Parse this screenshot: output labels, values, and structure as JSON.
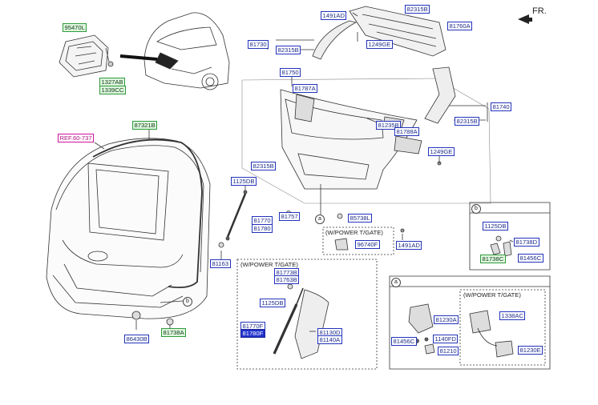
{
  "header": {
    "direction_label": "FR."
  },
  "notes": {
    "power_tgate_center": "(W/POWER T/GATE)",
    "power_tgate_lower": "(W/POWER T/GATE)",
    "power_tgate_detail_a": "(W/POWER T/GATE)"
  },
  "circles": {
    "a": "a",
    "b": "b"
  },
  "labels": {
    "l95470L": "95470L",
    "l1327AB": "1327AB",
    "l1339CC": "1339CC",
    "l87321B": "87321B",
    "ref": "REF.60-737",
    "l1125DB_a": "1125DB",
    "l81770": "81770",
    "l81780": "81780",
    "l81163": "81163",
    "l86430B": "86430B",
    "l81738A": "81738A",
    "l1491AD_top": "1491AD",
    "l82315B_top": "82315B",
    "l81760A": "81760A",
    "l1249GE_top": "1249GE",
    "l81730": "81730",
    "l82315B_mid": "82315B",
    "l81750": "81750",
    "l81787A": "81787A",
    "l81740": "81740",
    "l82315B_right": "82315B",
    "l81235B": "81235B",
    "l81788A": "81788A",
    "l1249GE_right": "1249GE",
    "l82315B_left": "82315B",
    "l81757": "81757",
    "l85738L": "85738L",
    "l96740F": "96740F",
    "l1491AD_bottom": "1491AD",
    "l81773B": "81773B",
    "l81763B": "81763B",
    "l1125DB_c": "1125DB",
    "l81770F": "81770F",
    "l81780F": "81780F",
    "l81130D": "81130D",
    "l81140A": "81140A",
    "l1125DB_b": "1125DB",
    "l81738D": "81738D",
    "l81738C": "81738C",
    "l81456C_b": "81456C",
    "l81230A": "81230A",
    "l1338AC": "1338AC",
    "l81456C_a": "81456C",
    "l1140FD": "1140FD",
    "l81210": "81210",
    "l81230E": "81230E"
  },
  "colors": {
    "part_tag_border": "#2233bb",
    "assembly_tag_fill": "#dff5df",
    "assembly_tag_border": "#2e9a3a",
    "reference_tag_border": "#d0119a",
    "selected_tag_fill": "#2233cc",
    "line_art": "#333333"
  },
  "icons": {
    "direction": "arrow-fr-icon"
  }
}
